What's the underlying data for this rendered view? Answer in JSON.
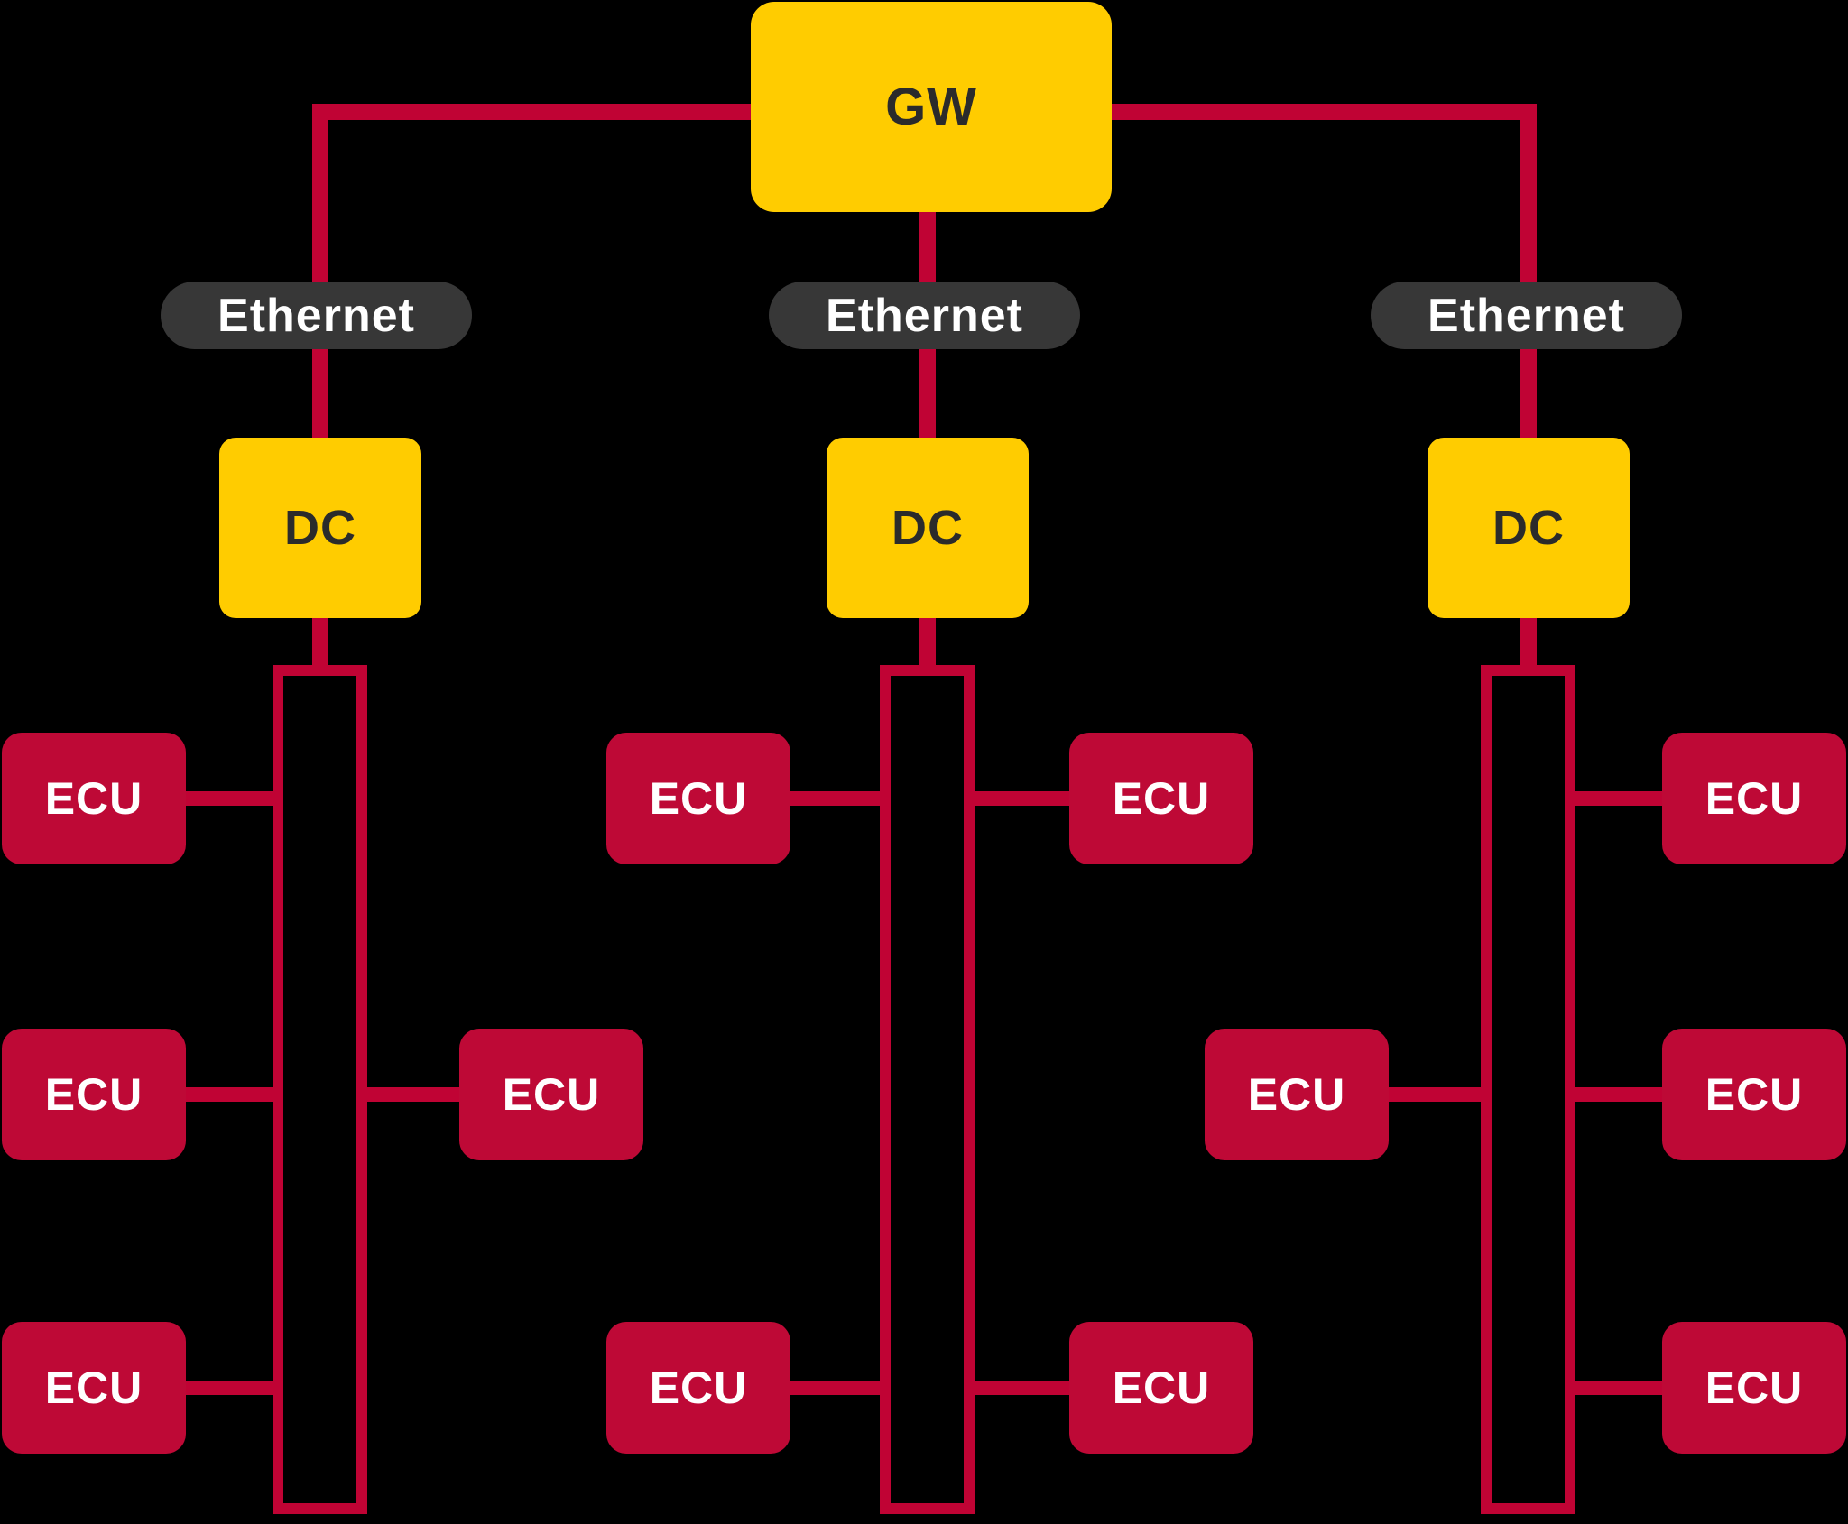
{
  "diagram": {
    "labels": {
      "gateway": "GW",
      "bus": "Ethernet",
      "domain_controller": "DC",
      "ecu": "ECU"
    },
    "colors": {
      "background": "#000000",
      "yellow_node": "#FFCC00",
      "red_line": "#C00334",
      "ecu_node": "#BE0936",
      "bus_badge_gray": "#373737",
      "dark_text": "#2B2B2B",
      "light_text": "#FFFFFF"
    },
    "structure": {
      "root": "GW",
      "branches": [
        {
          "bus": "Ethernet",
          "controller": "DC",
          "ecus_left_of_bus": 3,
          "ecus_right_of_bus": 1
        },
        {
          "bus": "Ethernet",
          "controller": "DC",
          "ecus_left_of_bus": 2,
          "ecus_right_of_bus": 2
        },
        {
          "bus": "Ethernet",
          "controller": "DC",
          "ecus_left_of_bus": 1,
          "ecus_right_of_bus": 3
        }
      ],
      "total_ecus": 12
    }
  }
}
